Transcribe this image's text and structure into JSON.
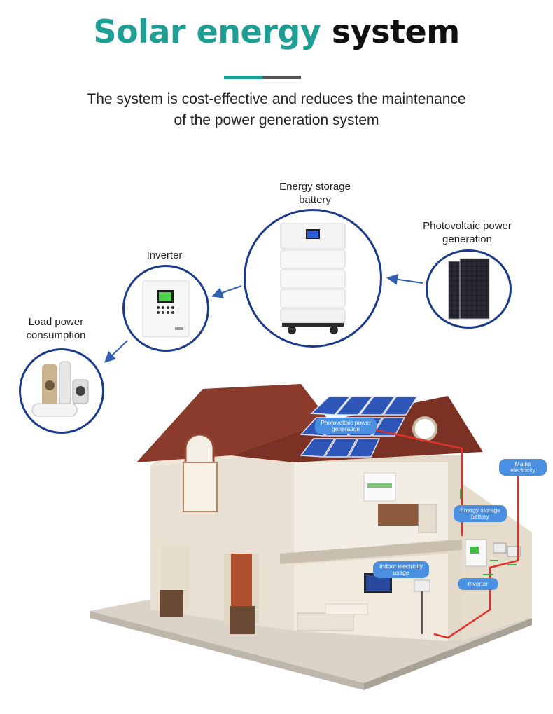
{
  "header": {
    "title_accent": "Solar energy",
    "title_dark": "system",
    "subtitle_line1": "The system is cost-effective and reduces the maintenance",
    "subtitle_line2": "of the power generation system",
    "accent_color": "#1f9e94",
    "dark_color": "#555555"
  },
  "components": {
    "battery_line1": "Energy storage",
    "battery_line2": "battery",
    "pv_line1": "Photovoltaic power",
    "pv_line2": "generation",
    "inverter": "Inverter",
    "load_line1": "Load power",
    "load_line2": "consumption",
    "circle_border": "#1c3a8c",
    "arrow_color": "#2f5fb3"
  },
  "house_tags": {
    "pv_line1": "Photovoltaic power",
    "pv_line2": "generation",
    "mains_line1": "Mains",
    "mains_line2": "electricity",
    "battery_line1": "Energy storage",
    "battery_line2": "battery",
    "indoor_line1": "Indoor electricity",
    "indoor_line2": "usage",
    "inverter": "Inverter"
  }
}
